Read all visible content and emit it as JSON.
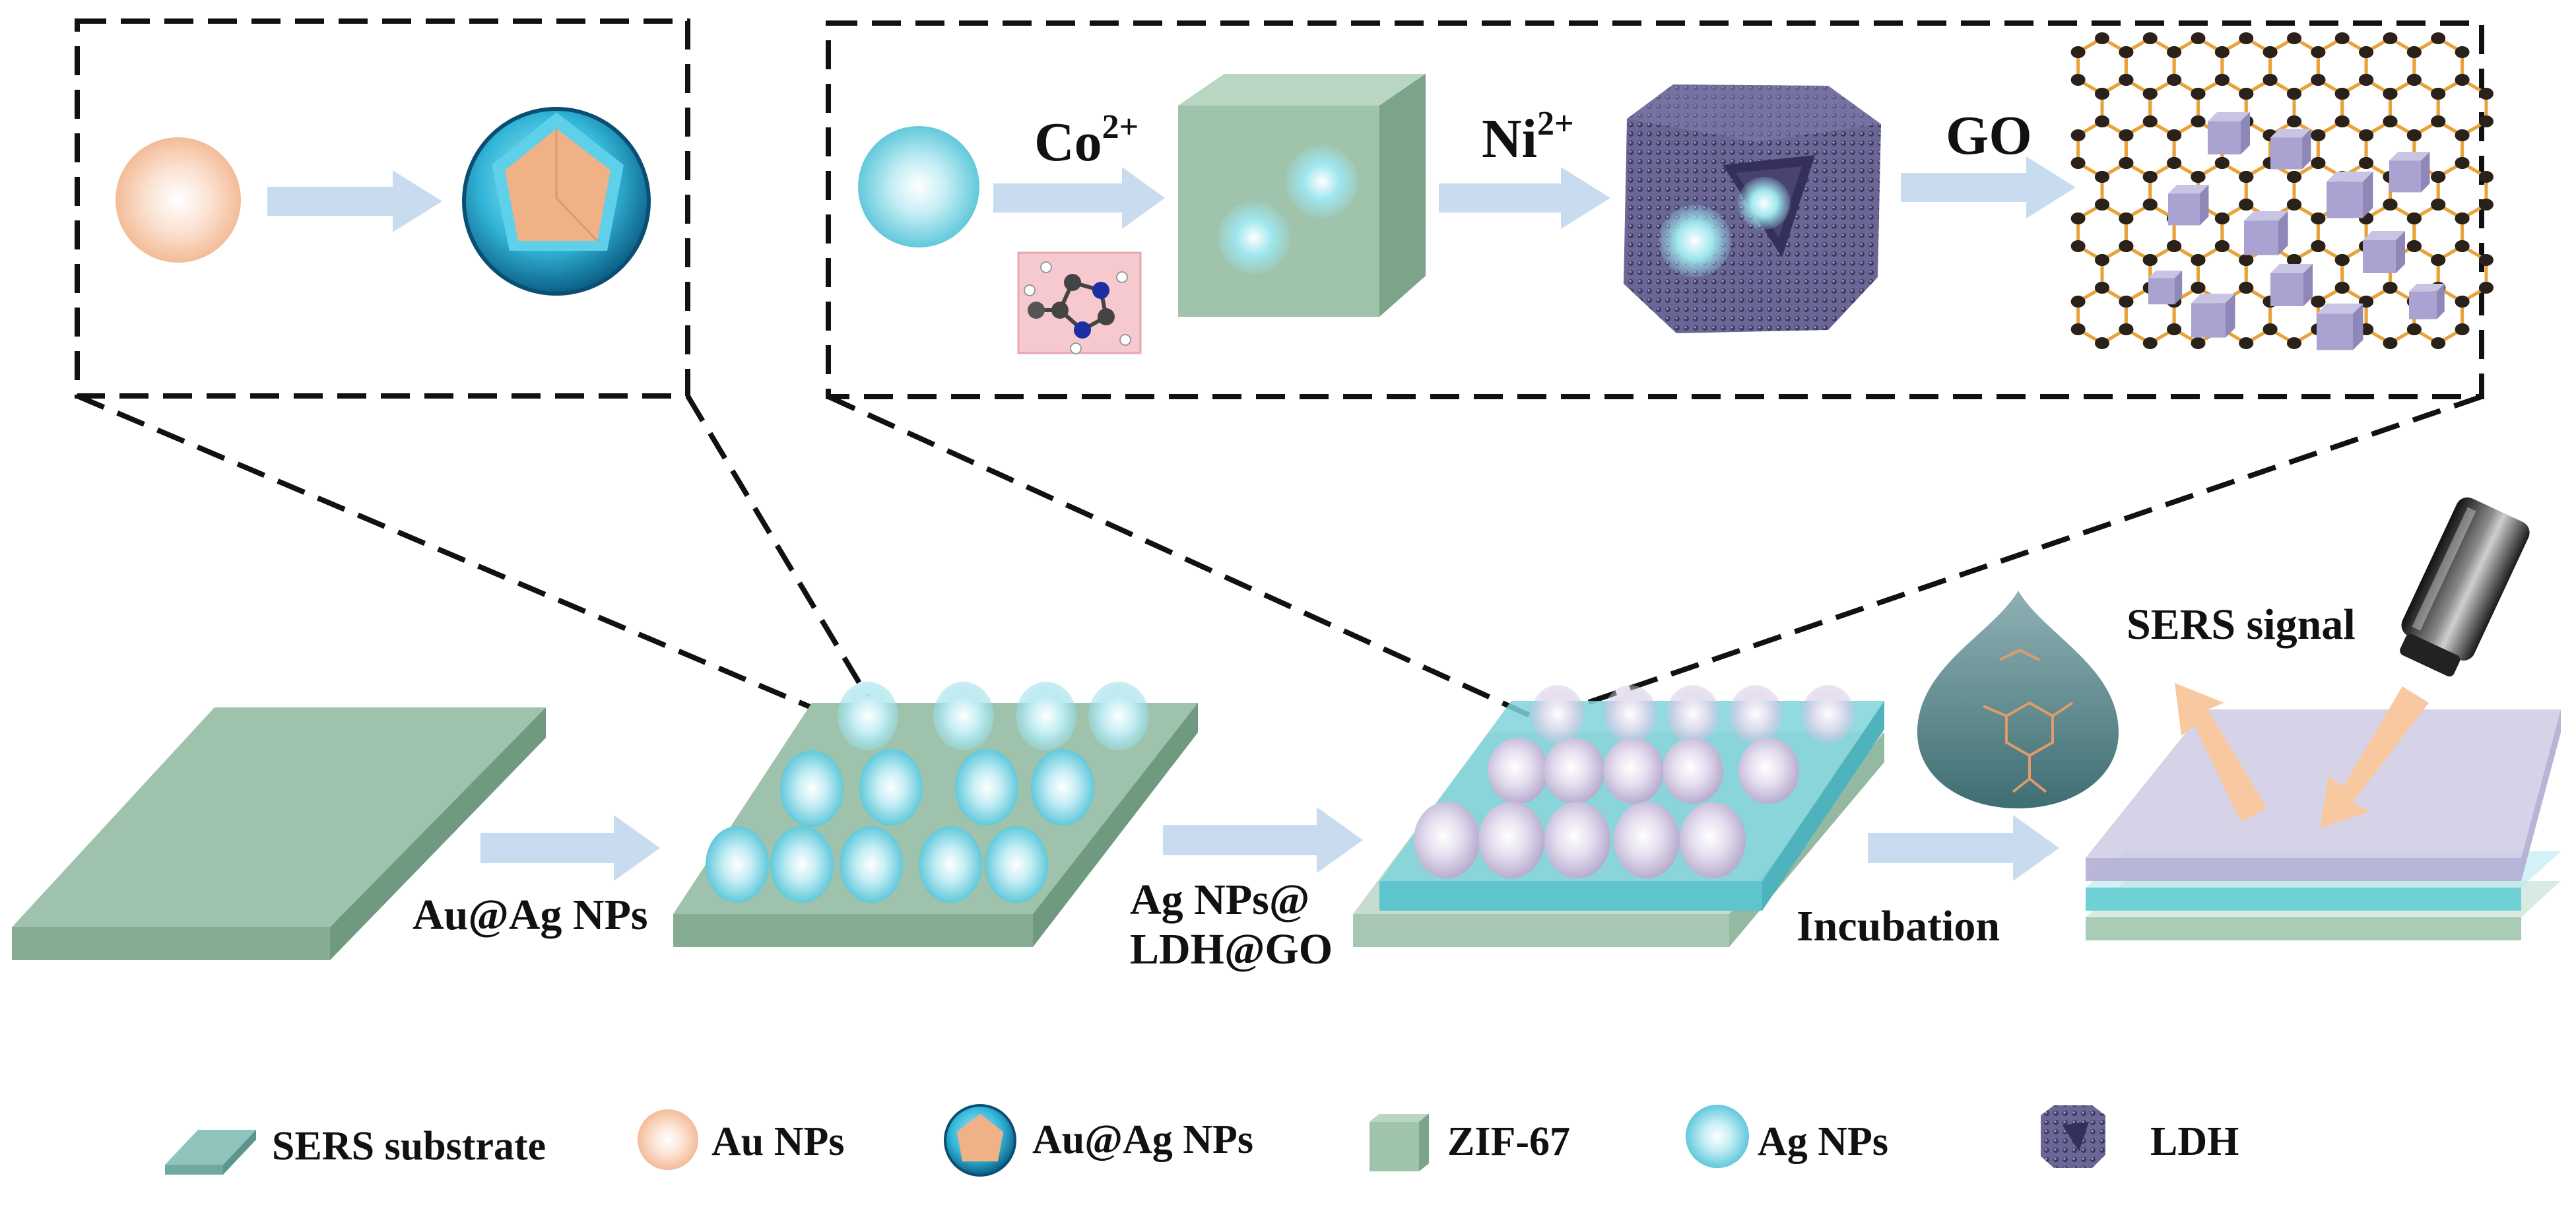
{
  "colors": {
    "substrate_top": "#9ec2ab",
    "substrate_side": "#7fa98f",
    "arrow": "#c9dcef",
    "dashed": "#111111",
    "au": "#f2b48c",
    "ag": "#5cc9db",
    "zif": "#9fc3ab",
    "ldh": "#6e6a9a",
    "ldh_sphere": "#c9bfdc",
    "go_bond": "#e7a23a",
    "go_atom": "#2a211a",
    "signal_arrow": "#f8c9a0",
    "droplet": "#4f7e80"
  },
  "inset_left": {
    "items": [
      {
        "name": "au-sphere",
        "icon": "sphere-au"
      },
      {
        "name": "au-ag-core-shell",
        "icon": "core-shell"
      }
    ]
  },
  "inset_right": {
    "reagent_1": "Co",
    "reagent_1_sup": "2+",
    "reagent_2": "Ni",
    "reagent_2_sup": "2+",
    "reagent_3": "GO"
  },
  "steps": {
    "step_1": "Au@Ag NPs",
    "step_2_line1": "Ag NPs@",
    "step_2_line2": "LDH@GO",
    "step_3": "Incubation",
    "signal": "SERS signal"
  },
  "legend": [
    {
      "icon": "substrate-icon",
      "label": "SERS substrate"
    },
    {
      "icon": "au-icon",
      "label": "Au NPs"
    },
    {
      "icon": "core-shell-icon",
      "label": "Au@Ag NPs"
    },
    {
      "icon": "zif-icon",
      "label": "ZIF-67"
    },
    {
      "icon": "ag-icon",
      "label": "Ag NPs"
    },
    {
      "icon": "ldh-icon",
      "label": "LDH"
    }
  ]
}
